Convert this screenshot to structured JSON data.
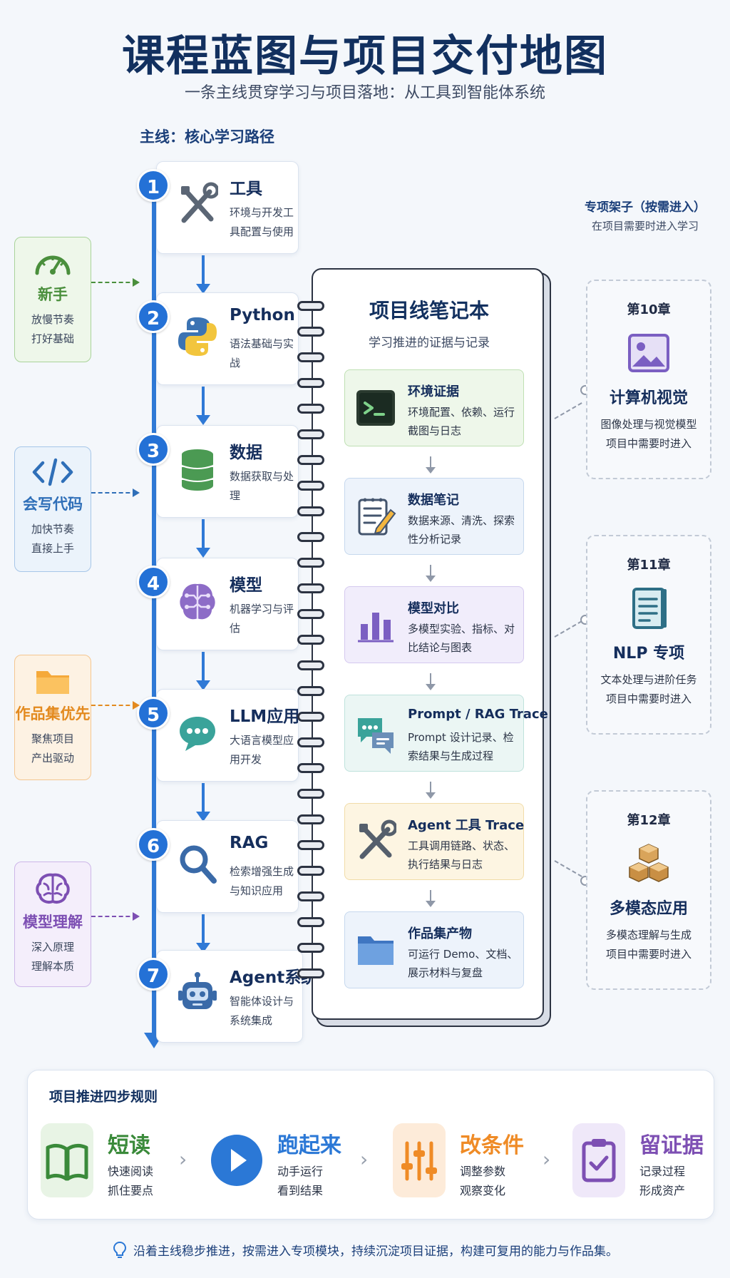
{
  "header": {
    "title": "课程蓝图与项目交付地图",
    "subtitle": "一条主线贯穿学习与项目落地：从工具到智能体系统"
  },
  "mainline": {
    "label": "主线：核心学习路径",
    "steps": [
      {
        "num": "1",
        "title": "工具",
        "desc": "环境与开发工具配置与使用",
        "icon": "tools-icon"
      },
      {
        "num": "2",
        "title": "Python",
        "desc": "语法基础与实战",
        "icon": "python-icon"
      },
      {
        "num": "3",
        "title": "数据",
        "desc": "数据获取与处理",
        "icon": "database-icon"
      },
      {
        "num": "4",
        "title": "模型",
        "desc": "机器学习与评估",
        "icon": "brain-icon"
      },
      {
        "num": "5",
        "title": "LLM应用",
        "desc": "大语言模型应用开发",
        "icon": "chat-icon"
      },
      {
        "num": "6",
        "title": "RAG",
        "desc": "检索增强生成与知识应用",
        "icon": "search-icon"
      },
      {
        "num": "7",
        "title": "Agent系统",
        "desc": "智能体设计与系统集成",
        "icon": "robot-icon"
      }
    ]
  },
  "entry_badges": [
    {
      "title": "新手",
      "desc1": "放慢节奏",
      "desc2": "打好基础",
      "color": "#4a8f3c",
      "icon": "gauge-icon"
    },
    {
      "title": "会写代码",
      "desc1": "加快节奏",
      "desc2": "直接上手",
      "color": "#2f6fb8",
      "icon": "code-icon"
    },
    {
      "title": "作品集优先",
      "desc1": "聚焦项目",
      "desc2": "产出驱动",
      "color": "#e38a1f",
      "icon": "folder-icon"
    },
    {
      "title": "模型理解",
      "desc1": "深入原理",
      "desc2": "理解本质",
      "color": "#7d4fb3",
      "icon": "brain-icon"
    }
  ],
  "notebook": {
    "title": "项目线笔记本",
    "subtitle": "学习推进的证据与记录",
    "cards": [
      {
        "title": "环境证据",
        "desc": "环境配置、依赖、运行截图与日志",
        "icon": "terminal-icon"
      },
      {
        "title": "数据笔记",
        "desc": "数据来源、清洗、探索性分析记录",
        "icon": "notepad-icon"
      },
      {
        "title": "模型对比",
        "desc": "多模型实验、指标、对比结论与图表",
        "icon": "bar-chart-icon"
      },
      {
        "title": "Prompt / RAG Trace",
        "desc": "Prompt 设计记录、检索结果与生成过程",
        "icon": "chat-icon"
      },
      {
        "title": "Agent 工具 Trace",
        "desc": "工具调用链路、状态、执行结果与日志",
        "icon": "tools-icon"
      },
      {
        "title": "作品集产物",
        "desc": "可运行 Demo、文档、展示材料与复盘",
        "icon": "folder-icon"
      }
    ]
  },
  "shelf": {
    "label": "专项架子（按需进入）",
    "sub": "在项目需要时进入学习",
    "chapters": [
      {
        "chapter": "第10章",
        "name": "计算机视觉",
        "desc1": "图像处理与视觉模型",
        "desc2": "项目中需要时进入",
        "icon": "image-icon"
      },
      {
        "chapter": "第11章",
        "name": "NLP 专项",
        "desc1": "文本处理与进阶任务",
        "desc2": "项目中需要时进入",
        "icon": "document-icon"
      },
      {
        "chapter": "第12章",
        "name": "多模态应用",
        "desc1": "多模态理解与生成",
        "desc2": "项目中需要时进入",
        "icon": "cubes-icon"
      }
    ]
  },
  "rules": {
    "title": "项目推进四步规则",
    "items": [
      {
        "title": "短读",
        "desc1": "快速阅读",
        "desc2": "抓住要点",
        "color": "#3a8a3a",
        "icon": "book-icon"
      },
      {
        "title": "跑起来",
        "desc1": "动手运行",
        "desc2": "看到结果",
        "color": "#2b78d6",
        "icon": "play-icon"
      },
      {
        "title": "改条件",
        "desc1": "调整参数",
        "desc2": "观察变化",
        "color": "#ef8b26",
        "icon": "sliders-icon"
      },
      {
        "title": "留证据",
        "desc1": "记录过程",
        "desc2": "形成资产",
        "color": "#7d4fb3",
        "icon": "clipboard-icon"
      }
    ]
  },
  "footer": {
    "text": "沿着主线稳步推进，按需进入专项模块，持续沉淀项目证据，构建可复用的能力与作品集。",
    "icon": "lightbulb-icon"
  }
}
